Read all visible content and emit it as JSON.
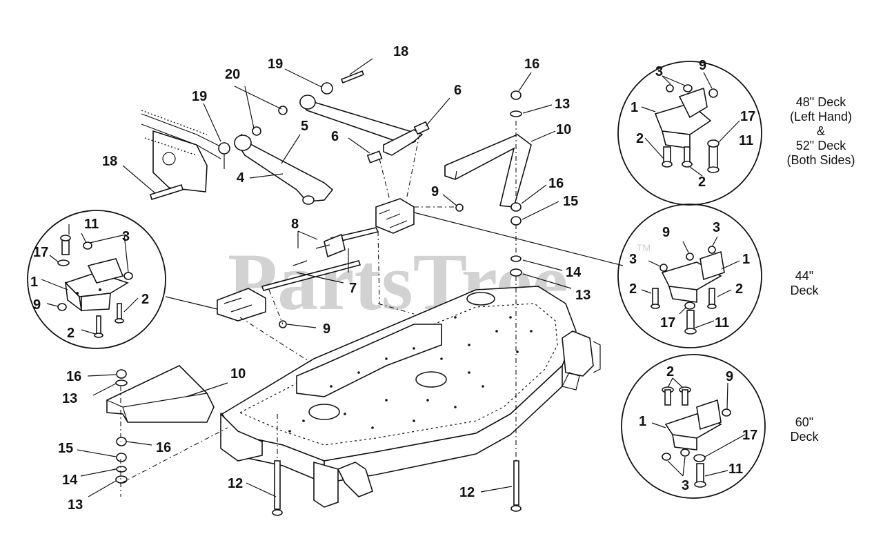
{
  "watermark": {
    "text": "PartsTree",
    "trademark": "TM"
  },
  "callouts": {
    "c48": "48\" Deck",
    "c48b": "(Left Hand)",
    "c48c": "&",
    "c48d": "52\" Deck",
    "c48e": "(Both Sides)",
    "c44": "44\"",
    "c44b": "Deck",
    "c60": "60\"",
    "c60b": "Deck"
  },
  "part_numbers": {
    "n18a": "18",
    "n19a": "19",
    "n20": "20",
    "n19b": "19",
    "n5": "5",
    "n6a": "6",
    "n6b": "6",
    "n18b": "18",
    "n4": "4",
    "n16a": "16",
    "n13a": "13",
    "n10a": "10",
    "n9a": "9",
    "n16b": "16",
    "n15a": "15",
    "n8": "8",
    "n7": "7",
    "n14a": "14",
    "n13b": "13",
    "n9b": "9",
    "l11": "11",
    "l3": "3",
    "l17": "17",
    "l1": "1",
    "l9": "9",
    "l2a": "2",
    "l2b": "2",
    "n16c": "16",
    "n13c": "13",
    "n10b": "10",
    "n15b": "15",
    "n16d": "16",
    "n14b": "14",
    "n13d": "13",
    "n12a": "12",
    "n12b": "12",
    "t3": "3",
    "t9": "9",
    "t1": "1",
    "t17": "17",
    "t2a": "2",
    "t11": "11",
    "t2b": "2",
    "m9": "9",
    "m3a": "3",
    "m3b": "3",
    "m1": "1",
    "m2a": "2",
    "m2b": "2",
    "m17": "17",
    "m11": "11",
    "b2": "2",
    "b9": "9",
    "b1": "1",
    "b17": "17",
    "b11": "11",
    "b3": "3"
  }
}
